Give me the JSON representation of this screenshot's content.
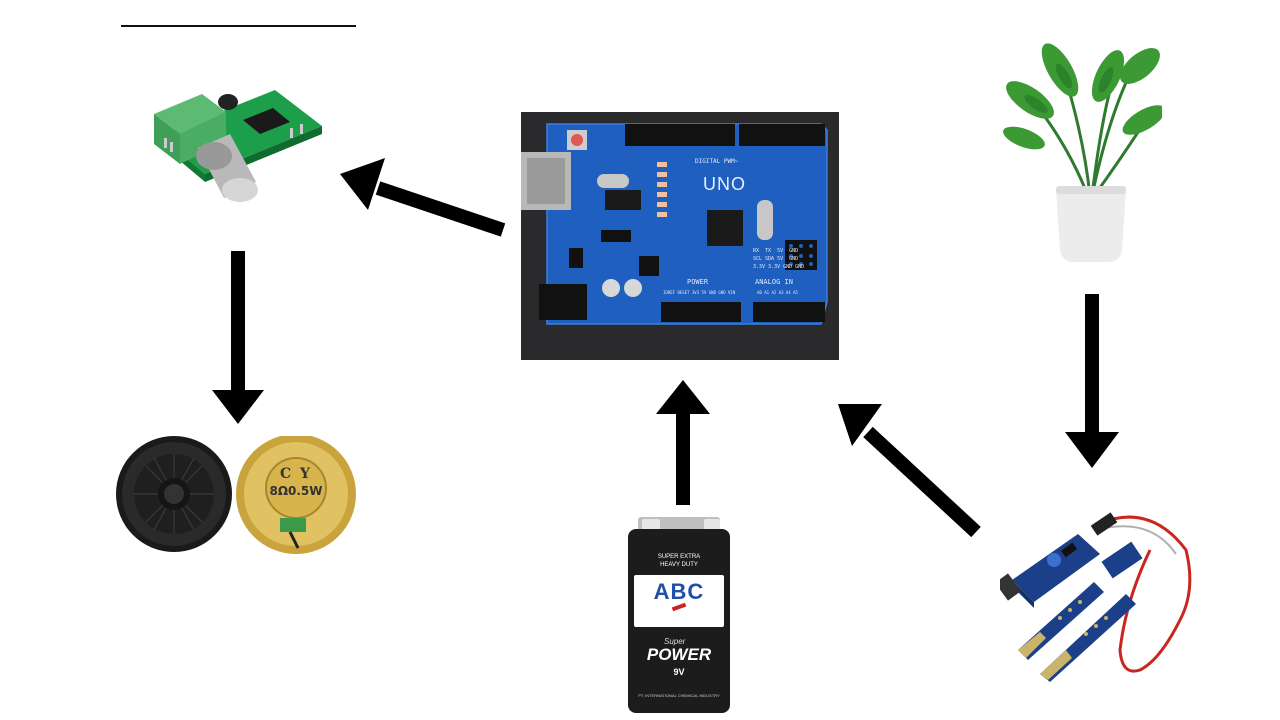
{
  "components": {
    "arduino": {
      "board_title": "UNO",
      "digital_label": "DIGITAL PWM~",
      "power_label": "POWER",
      "analog_label": "ANALOG IN",
      "ioref_pins": "IOREF RESET 3V3 5V GND GND VIN",
      "analog_pins": "A0 A1 A2 A3 A4 A5",
      "pin_legend_rx": "RX  TX  5V  GND",
      "pin_legend_scl": "SCL SDA 5V  GND",
      "pin_legend_v": "3.3V 3.3V GND GND"
    },
    "speaker": {
      "brand": "C Y",
      "rating": "8Ω0.5W"
    },
    "battery": {
      "tag_line1": "SUPER EXTRA",
      "tag_line2": "HEAVY DUTY",
      "brand": "ABC",
      "sub_brand": "Super",
      "power": "POWER",
      "voltage": "9V",
      "maker": "PT. INTERNATIONAL CHEMICAL INDUSTRY"
    }
  },
  "colors": {
    "arrow": "#000000",
    "arduino_board": "#1f5fbf",
    "amp_pcb": "#1c9e4b",
    "speaker_cone": "#1d1d1d",
    "speaker_gold": "#d6b44a",
    "battery_body": "#1c1c1c",
    "battery_label": "#ffffff",
    "abc_blue": "#1f4fa8",
    "abc_red": "#d21f26",
    "plant_leaf": "#2f8a2f",
    "plant_pot": "#ededed",
    "sensor_pcb": "#1c3f8a",
    "sensor_probe": "#c9b46a",
    "wire_red": "#c8261f"
  }
}
